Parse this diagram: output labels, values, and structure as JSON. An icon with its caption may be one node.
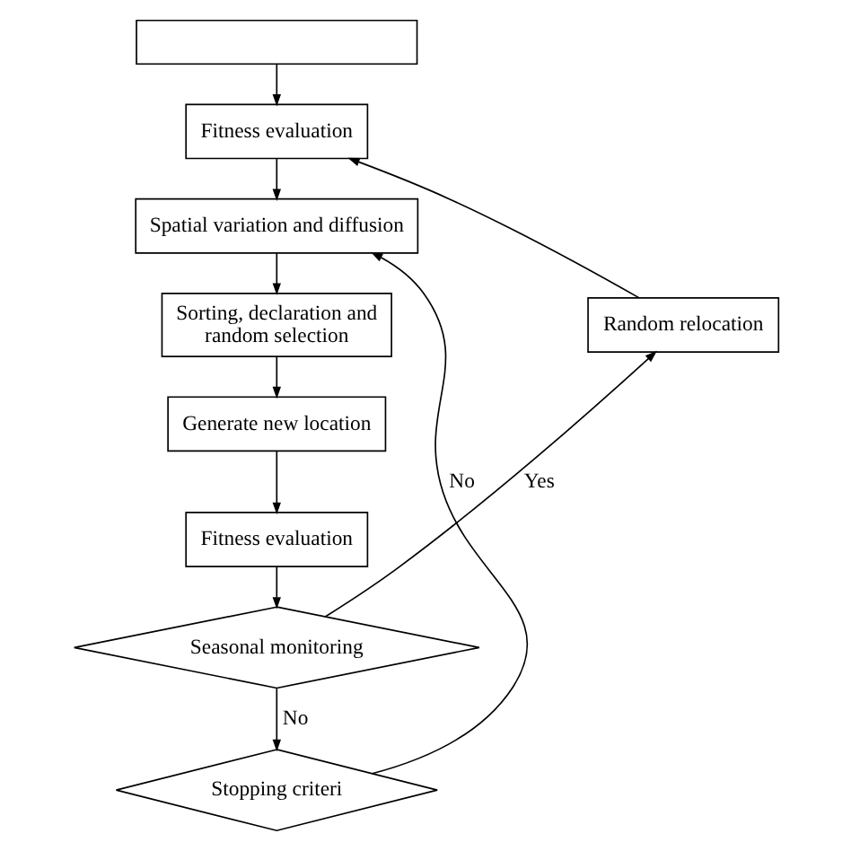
{
  "diagram": {
    "nodes": [
      {
        "text": [],
        "shape": "box"
      },
      {
        "text": [
          "Fitness evaluation"
        ]
      },
      {
        "text": [
          "Spatial variation and diffusion"
        ]
      },
      {
        "text": [
          "Sorting, declaration and random selection"
        ]
      },
      {
        "text": [
          "Generate new location"
        ]
      },
      {
        "text": [
          "Fitness evaluation"
        ]
      },
      {
        "text": [
          "Seasonal monitoring"
        ]
      },
      {
        "text": [
          "Random relocation"
        ]
      },
      {
        "text": [
          "Stopping criteri"
        ]
      }
    ],
    "edges": [
      {
        "from": 0,
        "to": 1,
        "arrow": "to"
      },
      {
        "from": 1,
        "to": 2,
        "arrow": "to"
      },
      {
        "from": 2,
        "to": 3,
        "arrow": "to"
      },
      {
        "from": 3,
        "to": 4,
        "arrow": "to"
      },
      {
        "from": 4,
        "to": 5,
        "arrow": "to"
      },
      {
        "from": 5,
        "to": 6,
        "arrow": "to"
      },
      {
        "from": 6,
        "to": 7,
        "label": "Yes",
        "arrow": "to"
      },
      {
        "from": 7,
        "to": 1,
        "arrow": "to"
      },
      {
        "from": 6,
        "to": 8,
        "label": "No",
        "arrow": "to"
      },
      {
        "from": 8,
        "to": 2,
        "label": "No",
        "arrow": "to"
      }
    ]
  }
}
